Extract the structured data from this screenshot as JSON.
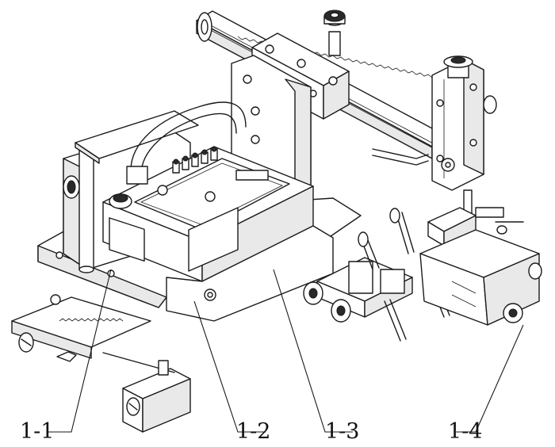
{
  "callouts": [
    {
      "id": "c1",
      "label": "1-1"
    },
    {
      "id": "c2",
      "label": "1-2"
    },
    {
      "id": "c3",
      "label": "1-3"
    },
    {
      "id": "c4",
      "label": "1-4"
    }
  ]
}
